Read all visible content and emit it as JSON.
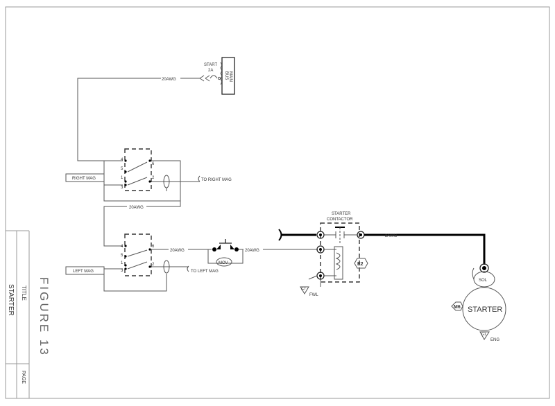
{
  "title_block": {
    "figure_label": "FIGURE 13",
    "title_caption": "TITLE",
    "title_value": "STARTER",
    "page_caption": "PAGE"
  },
  "main_bus": {
    "breaker_label": "START",
    "breaker_rating": "2A",
    "bus_label_line1": "MAIN",
    "bus_label_line2": "BUS"
  },
  "wires": {
    "bus_wire": "20AWG",
    "jumper_wire": "20AWG",
    "left_mag_to_mov": "20AWG",
    "mov_to_contactor": "20AWG",
    "contactor_to_starter": "2AWG"
  },
  "switches": {
    "right_mag_tag": "RIGHT MAG",
    "left_mag_tag": "LEFT MAG",
    "right_mag_dest": "TO RIGHT MAG",
    "left_mag_dest": "TO LEFT MAG",
    "pin_numbers": [
      "4",
      "5",
      "1",
      "3",
      "6",
      "2"
    ]
  },
  "mov": {
    "label": "MOV"
  },
  "contactor": {
    "label_line1": "STARTER",
    "label_line2": "CONTACTOR",
    "ground_tag": "G7",
    "ground_label": "FWL",
    "ref_tag": "E2"
  },
  "starter": {
    "solenoid_label": "SOL",
    "motor_label": "STARTER",
    "ref_tag": "M6",
    "ground_tag": "G1",
    "ground_label": "ENG"
  }
}
